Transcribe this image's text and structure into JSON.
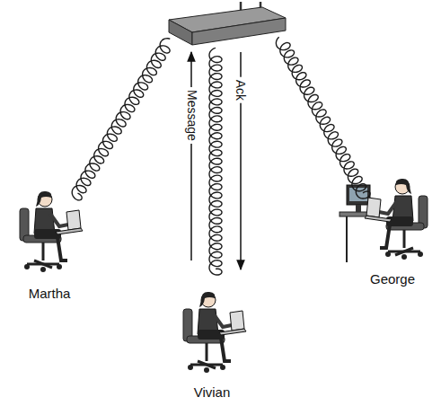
{
  "diagram": {
    "nodes": [
      {
        "text": [
          "Martha"
        ]
      },
      {
        "text": [
          "George"
        ]
      },
      {
        "text": [
          "Vivian"
        ]
      }
    ],
    "labels": [
      "Message",
      "Ack"
    ]
  }
}
